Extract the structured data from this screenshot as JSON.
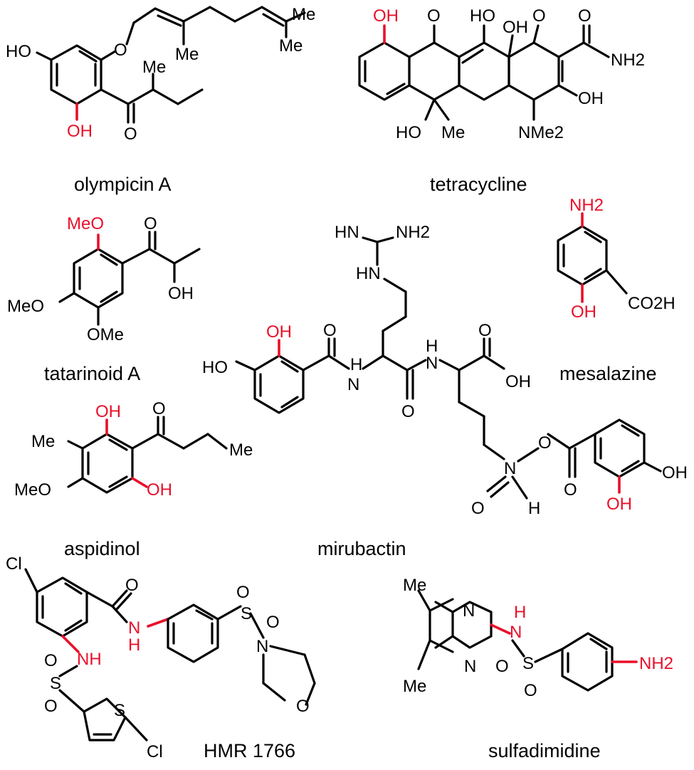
{
  "figure": {
    "accent_color": "#e8102a",
    "text_color": "#000000",
    "compounds": [
      {
        "name": "olympicin A",
        "labels": [
          "HO",
          "O",
          "Me",
          "Me",
          "Me",
          "Me",
          "O",
          "OH"
        ],
        "highlight": "OH"
      },
      {
        "name": "tetracycline",
        "labels": [
          "OH",
          "O",
          "HO",
          "OH",
          "O",
          "O",
          "NH2",
          "OH",
          "HO",
          "Me",
          "NMe2"
        ],
        "highlight": "OH"
      },
      {
        "name": "tatarinoid A",
        "labels": [
          "MeO",
          "O",
          "OH",
          "MeO",
          "OMe"
        ],
        "highlight": "MeO"
      },
      {
        "name": "mirubactin",
        "labels": [
          "HN",
          "NH2",
          "HN",
          "OH",
          "HO",
          "O",
          "H",
          "N",
          "N",
          "H",
          "O",
          "O",
          "OH",
          "N",
          "O",
          "O",
          "O",
          "H",
          "OH",
          "OH"
        ],
        "highlight": "OH"
      },
      {
        "name": "mesalazine",
        "labels": [
          "NH2",
          "CO2H",
          "OH"
        ],
        "highlight": "NH2, OH"
      },
      {
        "name": "aspidinol",
        "labels": [
          "OH",
          "O",
          "Me",
          "Me",
          "MeO",
          "OH"
        ],
        "highlight": "OH"
      },
      {
        "name": "HMR 1766",
        "labels": [
          "Cl",
          "O",
          "N",
          "H",
          "NH",
          "O",
          "S",
          "O",
          "N",
          "O",
          "O",
          "S",
          "O",
          "S",
          "Cl"
        ],
        "highlight": "NH"
      },
      {
        "name": "sulfadimidine",
        "labels": [
          "Me",
          "N",
          "H",
          "N",
          "N",
          "S",
          "O",
          "O",
          "NH2",
          "Me"
        ],
        "highlight": "NH, NH2"
      }
    ]
  }
}
